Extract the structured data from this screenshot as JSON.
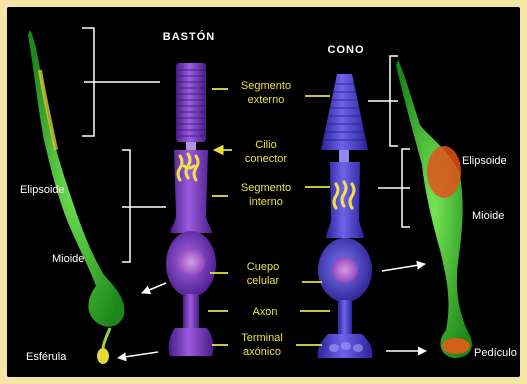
{
  "titles": {
    "rod": "BASTÓN",
    "cone": "CONO"
  },
  "center_labels": {
    "outer_segment": [
      "Segmento",
      "externo"
    ],
    "connecting_cilium": [
      "Cilio",
      "conector"
    ],
    "inner_segment": [
      "Segmento",
      "interno"
    ],
    "cell_body": [
      "Cuepo",
      "celular"
    ],
    "axon": "Axon",
    "axon_terminal": [
      "Terminal",
      "axónico"
    ]
  },
  "left_labels": {
    "ellipsoid": "Elipsoide",
    "myoid": "Mioide",
    "spherule": "Esférula"
  },
  "right_labels": {
    "ellipsoid": "Elipsoide",
    "myoid": "Mioide",
    "pedicle": "Pedículo"
  },
  "colors": {
    "frame": "#f3e6a6",
    "background": "#000000",
    "label_text": "#e8e23a",
    "title_text": "#ffffff",
    "side_label_text": "#ffffff",
    "cell_purple": "#6a2fb0",
    "cone_blue": "#4b3ed0",
    "micrograph_green": "#3fd12f",
    "micrograph_orange": "#e26a1a"
  }
}
